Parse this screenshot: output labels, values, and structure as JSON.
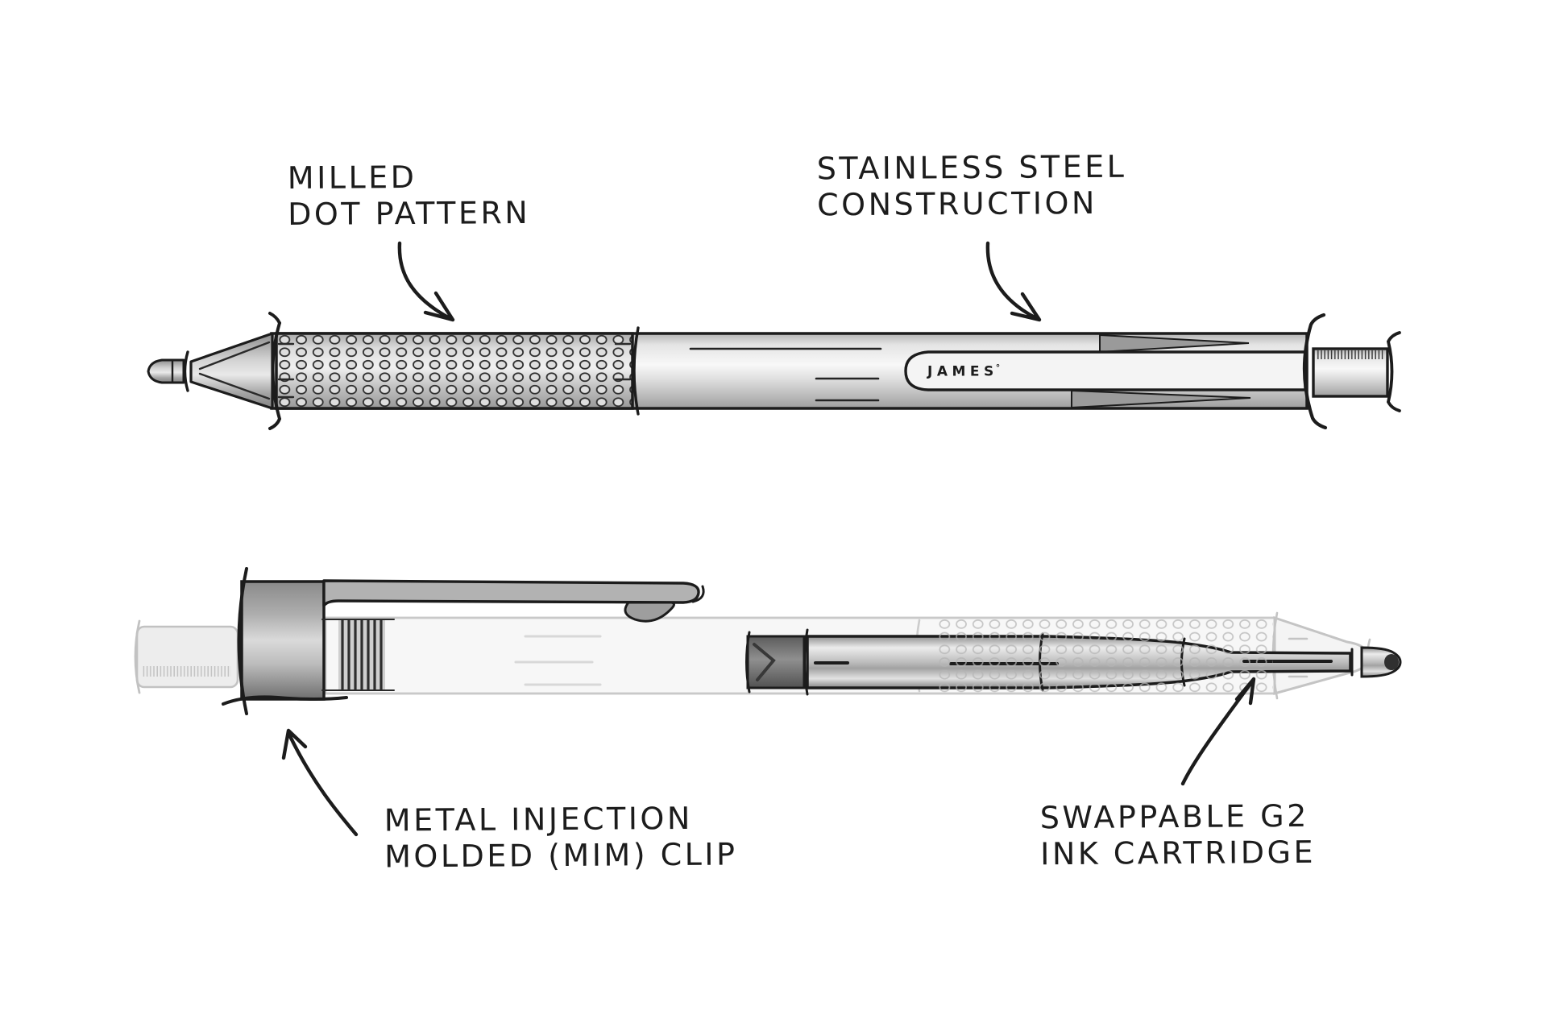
{
  "diagram_title": "",
  "brand": {
    "name": "JAMES",
    "mark": "°"
  },
  "labels": {
    "milled": {
      "line1": "MILLED",
      "line2": "DOT PATTERN"
    },
    "steel": {
      "line1": "STAINLESS STEEL",
      "line2": "CONSTRUCTION"
    },
    "clip": {
      "line1": "METAL INJECTION",
      "line2": "MOLDED (MIM) CLIP"
    },
    "cartridge": {
      "line1": "SWAPPABLE G2",
      "line2": "INK CARTRIDGE"
    }
  },
  "colors": {
    "ink": "#1c1c1c",
    "background": "#ffffff",
    "metal-light": "#f5f5f5",
    "metal-mid": "#c9c9c9",
    "metal-dark": "#8f8f8f",
    "ghost": "#c6c6c6"
  }
}
